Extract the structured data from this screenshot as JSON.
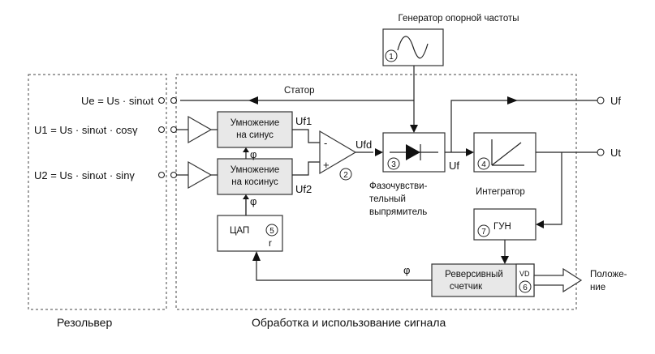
{
  "generator": {
    "title": "Генератор опорной частоты",
    "num": "1"
  },
  "stator_label": "Статор",
  "signals": {
    "ue": "Uе = Us · sinωt",
    "u1": "U1 = Us · sinωt · cosγ",
    "u2": "U2 = Us · sinωt · sinγ"
  },
  "mult_sin": {
    "line1": "Умножение",
    "line2": "на синус"
  },
  "mult_cos": {
    "line1": "Умножение",
    "line2": "на  косинус"
  },
  "uf1": "Uf1",
  "uf2": "Uf2",
  "phi": "φ",
  "summer": {
    "num": "2",
    "minus": "-",
    "plus": "+"
  },
  "ufd": "Ufd",
  "rectifier": {
    "num": "3",
    "line1": "Фазочувстви-",
    "line2": "тельный",
    "line3": "выпрямитель"
  },
  "uf_mid": "Uf",
  "integrator": {
    "num": "4",
    "label": "Интегратор"
  },
  "out_uf": "Uf",
  "out_ut": "Ut",
  "dac": {
    "label": "ЦАП",
    "num": "5",
    "r": "r"
  },
  "vco": {
    "label": "ГУН",
    "num": "7"
  },
  "counter": {
    "line1": "Реверсивный",
    "line2": "счетчик",
    "side": "VD",
    "num": "6"
  },
  "position": {
    "line1": "Положе-",
    "line2": "ние"
  },
  "footer": {
    "left": "Резольвер",
    "right": "Обработка и использование сигнала"
  }
}
